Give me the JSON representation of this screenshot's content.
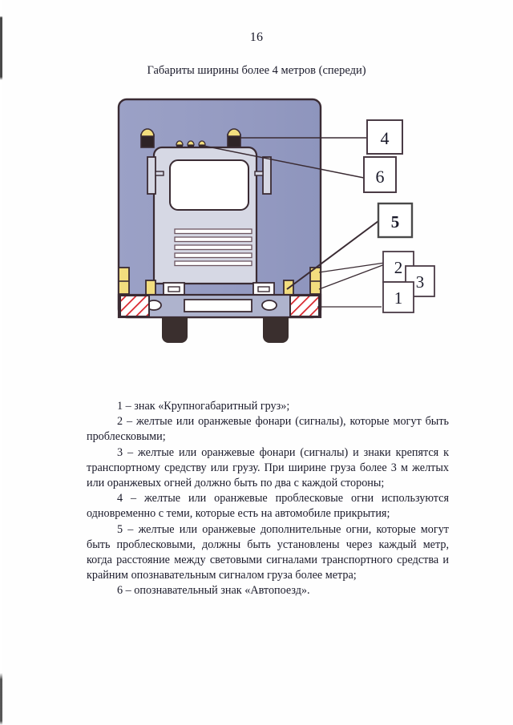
{
  "document": {
    "page_number": "16",
    "figure_caption": "Габариты ширины более 4 метров (спереди)"
  },
  "figure": {
    "alt": "Вид сзади/спереди грузового автомобиля с обозначением опознавательных знаков и сигнальных фонарей",
    "callouts": [
      {
        "id": "callout-4",
        "label": "4"
      },
      {
        "id": "callout-6",
        "label": "6"
      },
      {
        "id": "callout-5",
        "label": "5"
      },
      {
        "id": "callout-2",
        "label": "2"
      },
      {
        "id": "callout-3",
        "label": "3"
      },
      {
        "id": "callout-1",
        "label": "1"
      }
    ],
    "colors": {
      "body": "#9aa0c4",
      "body_shadow": "#8a90b8",
      "cab_panel": "#d6d8e4",
      "windshield": "#ffffff",
      "lamp_amber": "#f2dd7e",
      "lamp_base": "#2e2326",
      "hatch_red": "#d8232a",
      "wheel": "#3a2f2e",
      "outline": "#3a2b33",
      "bumper": "#aeb3cd"
    }
  },
  "legend": {
    "items": [
      {
        "number": "1",
        "text": "1 – знак «Крупногабаритный груз»;"
      },
      {
        "number": "2",
        "text": "2 – желтые или оранжевые фонари (сигналы), которые могут быть проблесковыми;"
      },
      {
        "number": "3",
        "text": "3 – желтые или оранжевые фонари (сигналы) и знаки крепятся к транспортному средству или грузу. При ширине груза более 3 м желтых или оранжевых огней должно быть по два с каждой стороны;"
      },
      {
        "number": "4",
        "text": "4 – желтые или оранжевые проблесковые огни используются одновременно с теми, которые есть на автомобиле прикрытия;"
      },
      {
        "number": "5",
        "text": "5 – желтые или оранжевые дополнительные огни, которые могут быть проблесковыми, должны быть установлены через каждый метр, когда расстояние между световыми сигналами транспортного средства и крайним опознавательным сигналом груза более метра;"
      },
      {
        "number": "6",
        "text": "6 – опознавательный знак «Автопоезд»."
      }
    ]
  }
}
